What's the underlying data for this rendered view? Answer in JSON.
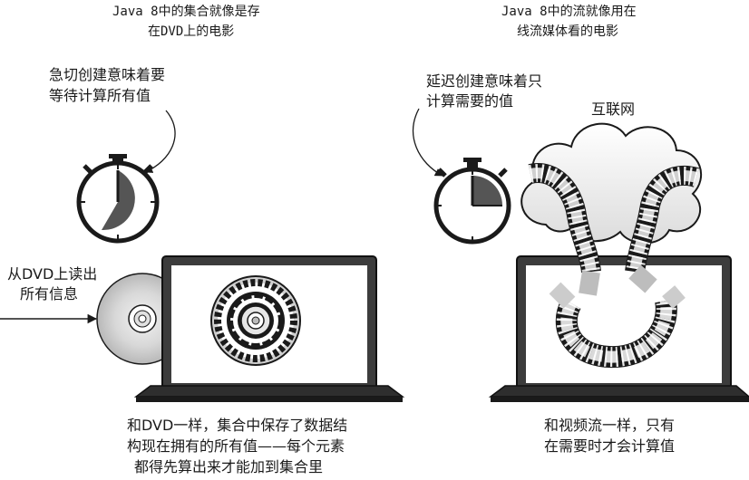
{
  "left": {
    "heading": [
      "Java 8中的集合就像是存",
      "在DVD上的电影"
    ],
    "timer_note": [
      "急切创建意味着要",
      "等待计算所有值"
    ],
    "read_note": [
      "从DVD上读出",
      "所有信息"
    ],
    "caption": [
      "和DVD一样，集合中保存了数据结",
      "构现在拥有的所有值——每个元素",
      "都得先算出来才能加到集合里"
    ]
  },
  "right": {
    "heading": [
      "Java 8中的流就像用在",
      "线流媒体看的电影"
    ],
    "timer_note": [
      "延迟创建意味着只",
      "计算需要的值"
    ],
    "cloud_label": "互联网",
    "caption": [
      "和视频流一样，只有",
      "在需要时才会计算值"
    ]
  }
}
